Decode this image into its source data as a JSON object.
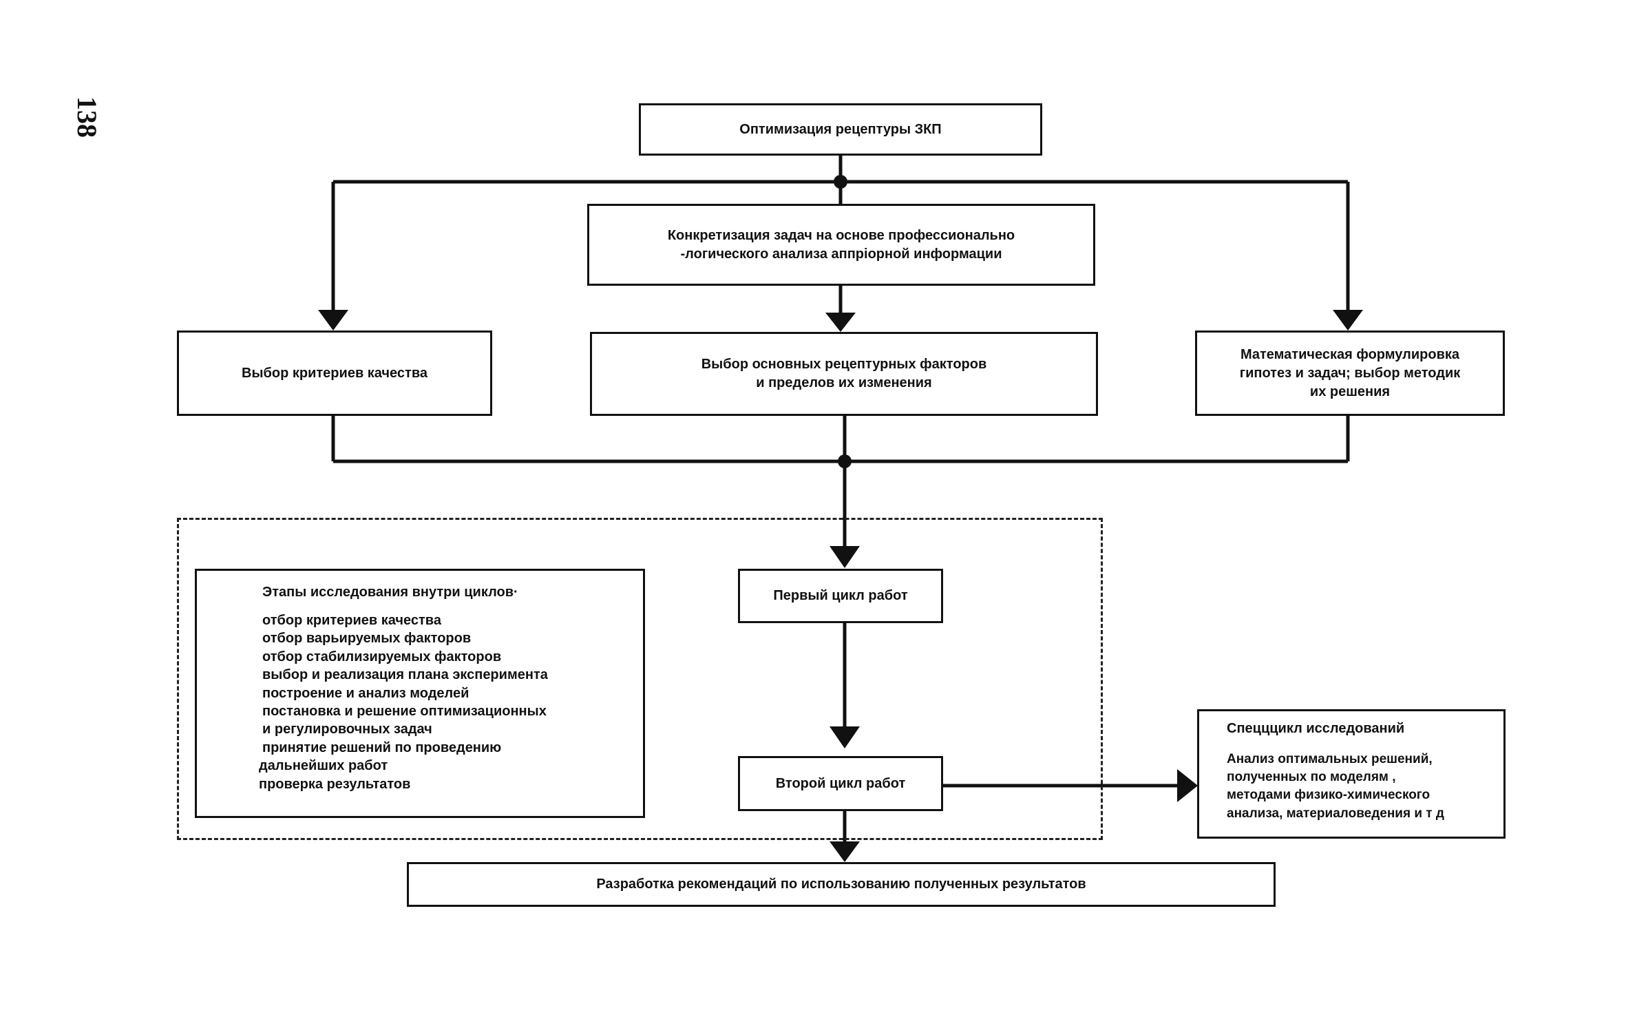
{
  "page_number": "138",
  "boxes": {
    "top": "Оптимизация рецептуры ЗКП",
    "concretization": [
      "Конкретизация задач на основе профессионально",
      "-логического анализа аппріорной информации"
    ],
    "criteria": "Выбор критериев качества",
    "factors": [
      "Выбор основных рецептурных факторов",
      "и пределов их изменения"
    ],
    "math": [
      "Математическая формулировка",
      "гипотез и задач;  выбор методик",
      "их решения"
    ],
    "cycle1": "Первый цикл работ",
    "cycle2": "Второй цикл работ",
    "bottom": "Разработка рекомендаций по использованию полученных результатов"
  },
  "stages": {
    "title": "Этапы исследования внутри циклов·",
    "items": [
      "отбор критериев качества",
      "отбор варьируемых факторов",
      "отбор стабилизируемых факторов",
      "выбор и реализация плана эксперимента",
      "построение и анализ моделей",
      "постановка и решение оптимизационных",
      "и регулировочных задач",
      "принятие решений по проведению",
      "дальнейших работ",
      "проверка результатов"
    ]
  },
  "special": {
    "title": "Спецццикл исследований",
    "lines": [
      "Анализ оптимальных решений,",
      "полученных по моделям ,",
      "методами физико-химического",
      "анализа, материаловедения и т д"
    ]
  }
}
